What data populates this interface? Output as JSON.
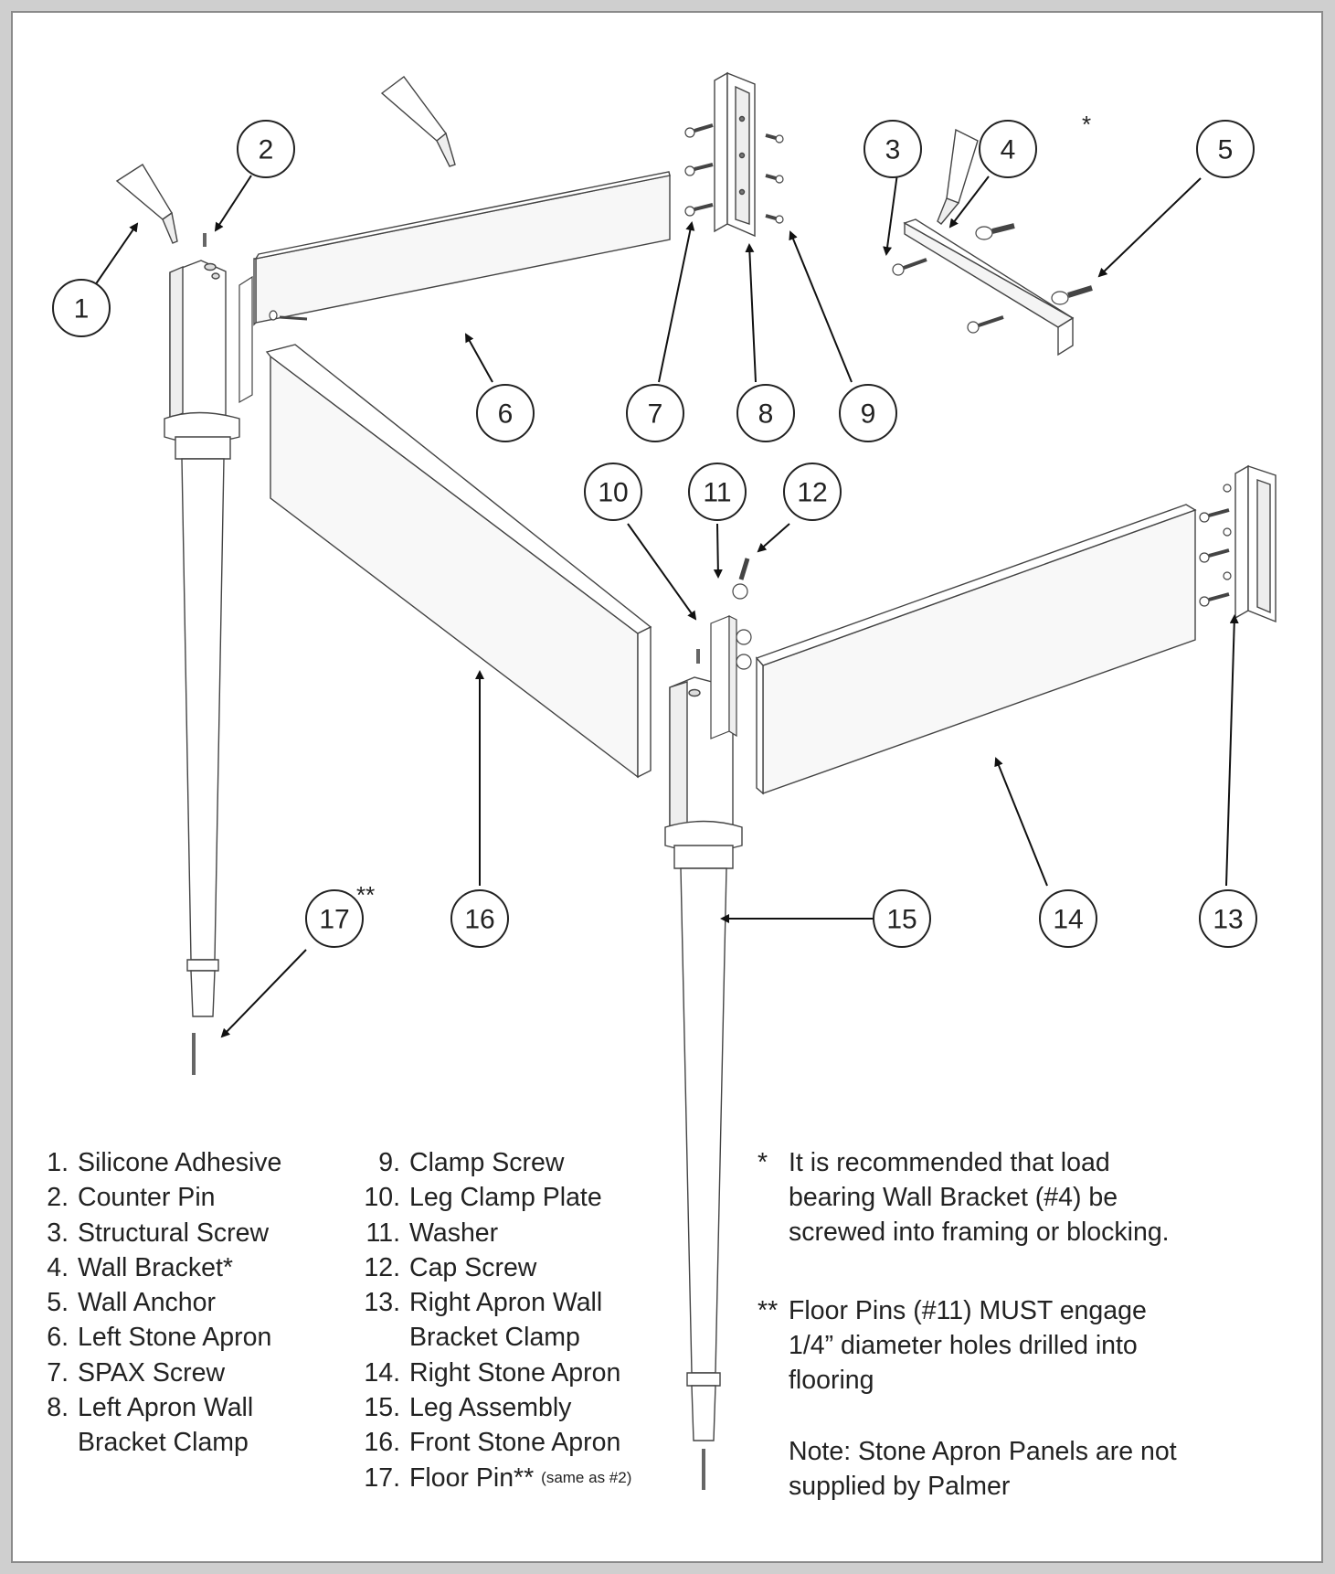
{
  "callouts": [
    {
      "id": "1",
      "label": "1"
    },
    {
      "id": "2",
      "label": "2"
    },
    {
      "id": "3",
      "label": "3"
    },
    {
      "id": "4",
      "label": "4"
    },
    {
      "id": "5",
      "label": "5"
    },
    {
      "id": "6",
      "label": "6"
    },
    {
      "id": "7",
      "label": "7"
    },
    {
      "id": "8",
      "label": "8"
    },
    {
      "id": "9",
      "label": "9"
    },
    {
      "id": "10",
      "label": "10"
    },
    {
      "id": "11",
      "label": "11"
    },
    {
      "id": "12",
      "label": "12"
    },
    {
      "id": "13",
      "label": "13"
    },
    {
      "id": "14",
      "label": "14"
    },
    {
      "id": "15",
      "label": "15"
    },
    {
      "id": "16",
      "label": "16"
    },
    {
      "id": "17",
      "label": "17"
    }
  ],
  "marks": {
    "single": "*",
    "double": "**"
  },
  "legend": {
    "col1": [
      {
        "num": "1.",
        "text": "Silicone Adhesive"
      },
      {
        "num": "2.",
        "text": "Counter Pin"
      },
      {
        "num": "3.",
        "text": "Structural Screw"
      },
      {
        "num": "4.",
        "text": "Wall Bracket*"
      },
      {
        "num": "5.",
        "text": "Wall Anchor"
      },
      {
        "num": "6.",
        "text": "Left Stone Apron"
      },
      {
        "num": "7.",
        "text": "SPAX Screw"
      },
      {
        "num": "8.",
        "text": "Left Apron Wall",
        "cont": "Bracket Clamp"
      }
    ],
    "col2": [
      {
        "num": "9.",
        "text": "Clamp Screw"
      },
      {
        "num": "10.",
        "text": "Leg Clamp Plate"
      },
      {
        "num": "11.",
        "text": "Washer"
      },
      {
        "num": "12.",
        "text": "Cap Screw"
      },
      {
        "num": "13.",
        "text": "Right Apron Wall",
        "cont": "Bracket Clamp"
      },
      {
        "num": "14.",
        "text": "Right Stone Apron"
      },
      {
        "num": "15.",
        "text": "Leg Assembly"
      },
      {
        "num": "16.",
        "text": "Front Stone Apron"
      },
      {
        "num": "17.",
        "text": "Floor Pin**",
        "small": "(same as #2)"
      }
    ]
  },
  "notes": {
    "single_symbol": "*",
    "single_lines": [
      "It is recommended that load",
      "bearing Wall Bracket (#4) be",
      "screwed into framing or blocking."
    ],
    "double_symbol": "**",
    "double_lines": [
      "Floor Pins (#11) MUST engage",
      "1/4” diameter holes drilled into",
      "flooring"
    ],
    "supply_lines": [
      "Note: Stone Apron Panels are not",
      "supplied by Palmer"
    ]
  }
}
